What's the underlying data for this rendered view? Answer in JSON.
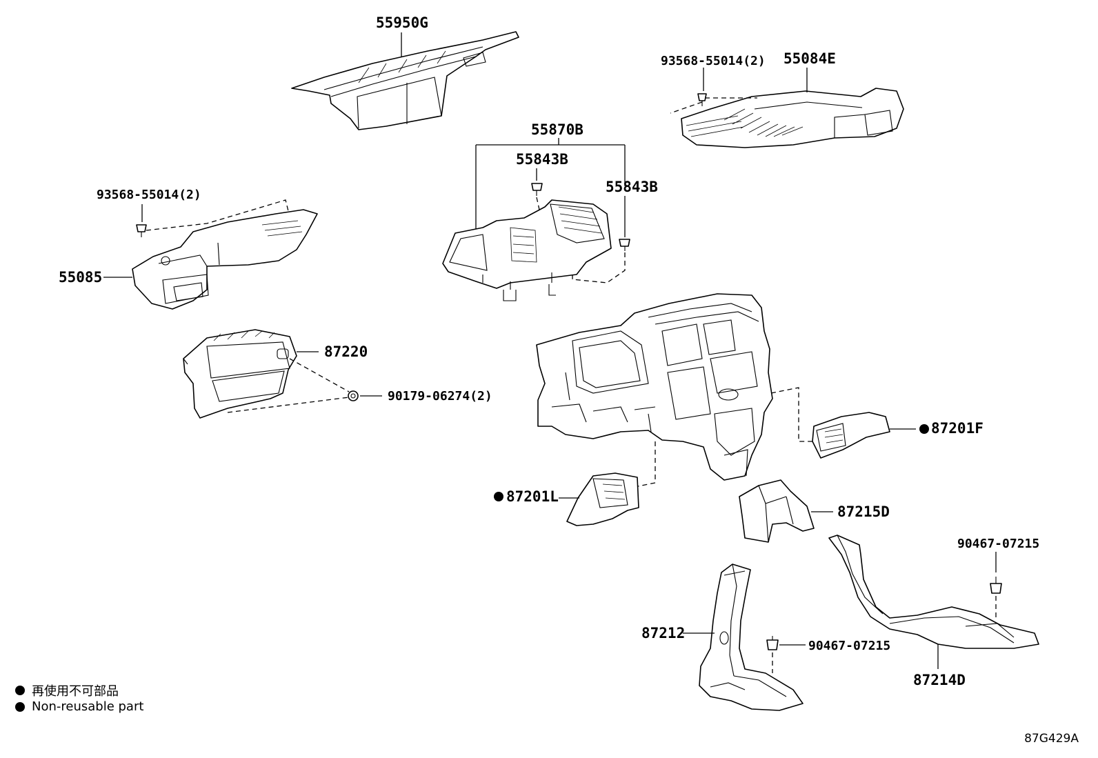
{
  "parts": {
    "p55950G": "55950G",
    "p55084E": "55084E",
    "p93568_top": "93568-55014(2)",
    "p55870B": "55870B",
    "p55843B_a": "55843B",
    "p55843B_b": "55843B",
    "p93568_left": "93568-55014(2)",
    "p55085": "55085",
    "p87220": "87220",
    "p90179": "90179-06274(2)",
    "p87201F": "87201F",
    "p87201L": "87201L",
    "p87215D": "87215D",
    "p90467_right": "90467-07215",
    "p87212": "87212",
    "p90467_mid": "90467-07215",
    "p87214D": "87214D"
  },
  "legend": {
    "japanese": "再使用不可部品",
    "english": "Non-reusable part"
  },
  "figure_ref": "87G429A"
}
